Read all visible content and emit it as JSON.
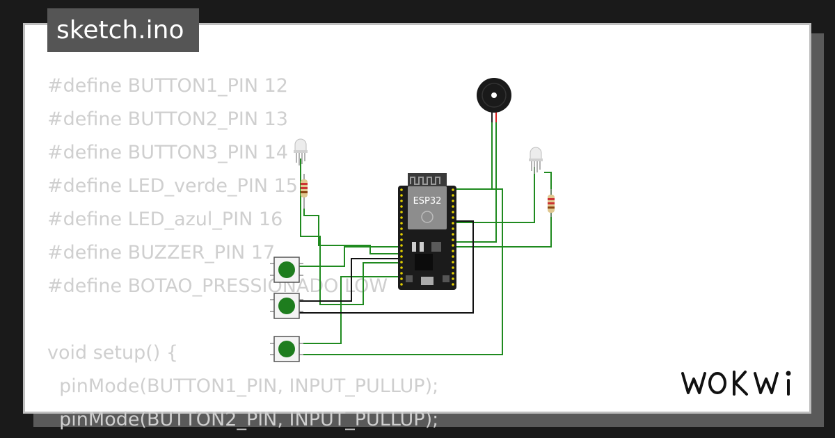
{
  "file_tab": {
    "label": "sketch.ino"
  },
  "code_lines": [
    "#define BUTTON1_PIN 12",
    "#define BUTTON2_PIN 13",
    "#define BUTTON3_PIN 14",
    "#define LED_verde_PIN 15",
    "#define LED_azul_PIN 16",
    "#define BUZZER_PIN 17",
    "#define BOTAO_PRESSIONADO LOW",
    "",
    "void setup() {",
    "  pinMode(BUTTON1_PIN, INPUT_PULLUP);",
    "  pinMode(BUTTON2_PIN, INPUT_PULLUP);"
  ],
  "board": {
    "label": "ESP32"
  },
  "brand": {
    "name": "WOKWI"
  },
  "colors": {
    "wire_green": "#1f8a1f",
    "wire_black": "#111111",
    "board": "#1b1b1b",
    "button_cap": "#1e7d1e",
    "code_text": "#cfcfcf"
  }
}
